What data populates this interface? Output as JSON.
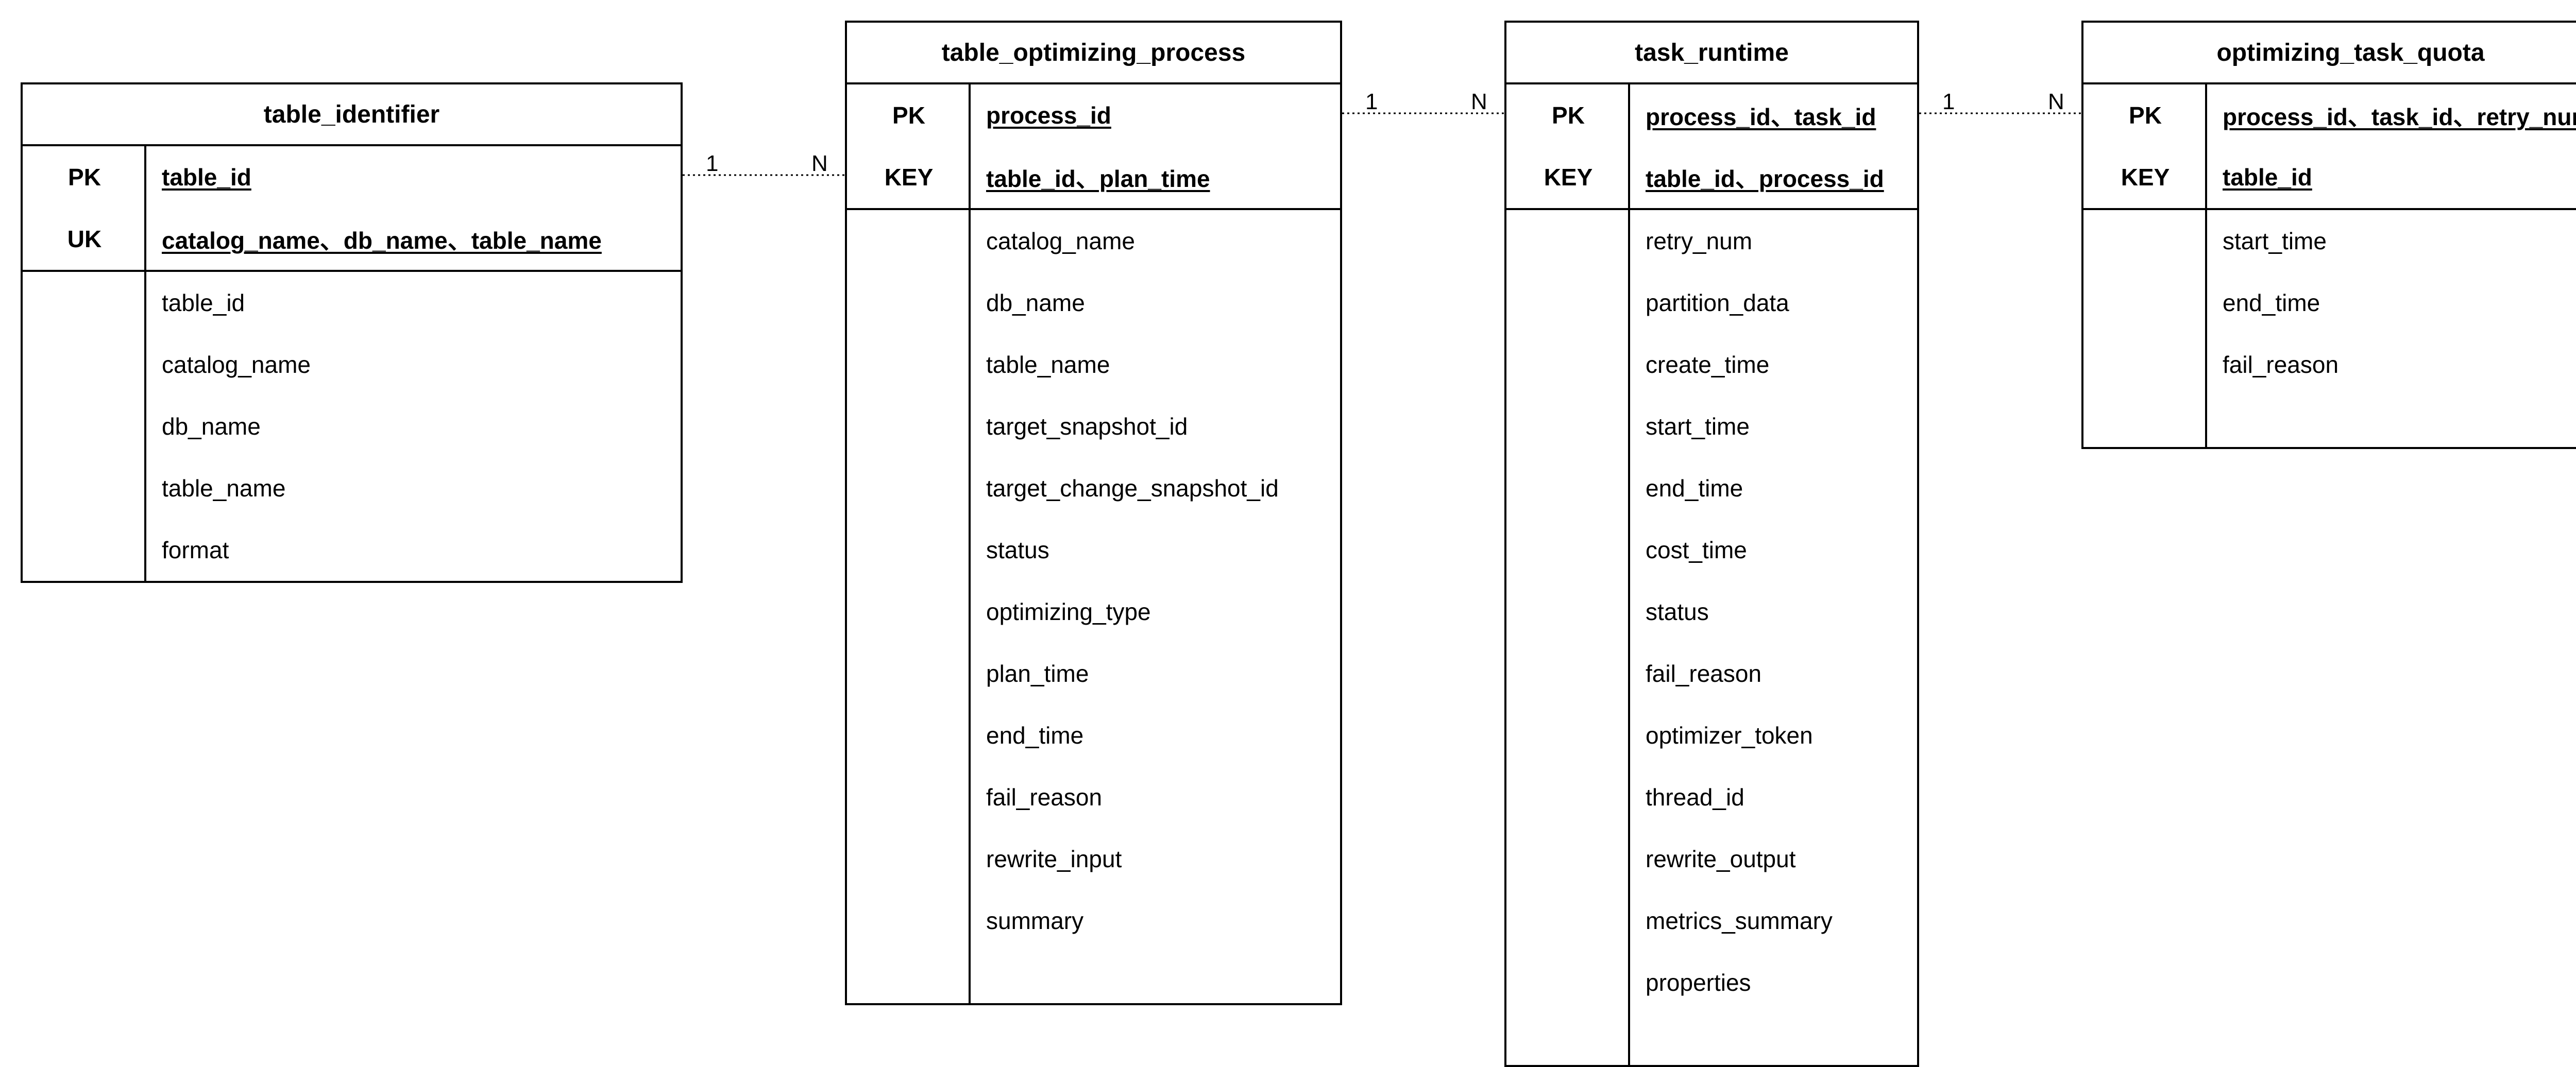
{
  "entities": [
    {
      "id": "table_identifier",
      "title": "table_identifier",
      "keys": [
        {
          "type": "PK",
          "name": "table_id"
        },
        {
          "type": "UK",
          "name": "catalog_name、db_name、table_name"
        }
      ],
      "fields": [
        "table_id",
        "catalog_name",
        "db_name",
        "table_name",
        "format"
      ]
    },
    {
      "id": "table_optimizing_process",
      "title": "table_optimizing_process",
      "keys": [
        {
          "type": "PK",
          "name": "process_id"
        },
        {
          "type": "KEY",
          "name": "table_id、plan_time"
        }
      ],
      "fields": [
        "catalog_name",
        "db_name",
        "table_name",
        "target_snapshot_id",
        "target_change_snapshot_id",
        "status",
        "optimizing_type",
        "plan_time",
        "end_time",
        "fail_reason",
        "rewrite_input",
        "summary"
      ]
    },
    {
      "id": "task_runtime",
      "title": "task_runtime",
      "keys": [
        {
          "type": "PK",
          "name": "process_id、task_id"
        },
        {
          "type": "KEY",
          "name": "table_id、process_id"
        }
      ],
      "fields": [
        "retry_num",
        "partition_data",
        "create_time",
        "start_time",
        "end_time",
        "cost_time",
        "status",
        "fail_reason",
        "optimizer_token",
        "thread_id",
        "rewrite_output",
        "metrics_summary",
        "properties"
      ]
    },
    {
      "id": "optimizing_task_quota",
      "title": "optimizing_task_quota",
      "keys": [
        {
          "type": "PK",
          "name": "process_id、task_id、retry_num"
        },
        {
          "type": "KEY",
          "name": "table_id"
        }
      ],
      "fields": [
        "start_time",
        "end_time",
        "fail_reason"
      ]
    }
  ],
  "relations": [
    {
      "from": "table_identifier",
      "to": "table_optimizing_process",
      "from_card": "1",
      "to_card": "N"
    },
    {
      "from": "table_optimizing_process",
      "to": "task_runtime",
      "from_card": "1",
      "to_card": "N"
    },
    {
      "from": "task_runtime",
      "to": "optimizing_task_quota",
      "from_card": "1",
      "to_card": "N"
    }
  ]
}
